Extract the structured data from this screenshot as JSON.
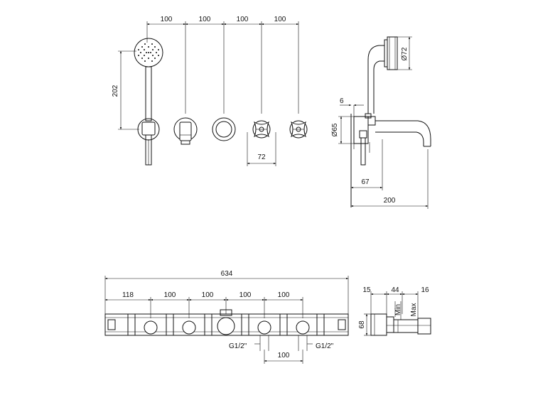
{
  "front_view": {
    "dims": {
      "spacing_1": "100",
      "spacing_2": "100",
      "spacing_3": "100",
      "spacing_4": "100",
      "height": "202",
      "handle_width": "72"
    }
  },
  "side_view": {
    "dims": {
      "diameter_top": "Ø72",
      "flange": "6",
      "diameter_body": "Ø65",
      "depth": "67",
      "projection": "200"
    }
  },
  "rough_in_view": {
    "dims": {
      "total": "634",
      "offset": "118",
      "spacing_1": "100",
      "spacing_2": "100",
      "spacing_3": "100",
      "spacing_4": "100",
      "connection_spacing": "100"
    },
    "connection_left": "G1/2\"",
    "connection_right": "G1/2\""
  },
  "section_view": {
    "dims": {
      "front": "15",
      "middle": "44",
      "back": "16",
      "height": "68"
    },
    "min_label": "Min",
    "max_label": "Max"
  }
}
